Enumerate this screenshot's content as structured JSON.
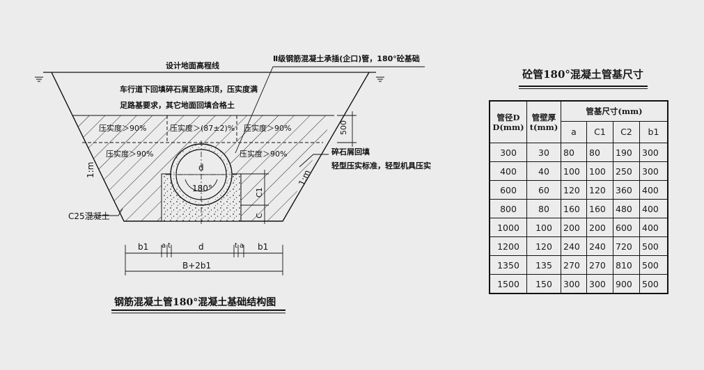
{
  "drawing": {
    "top_label": "Ⅱ级钢筋混凝土承插(企口)管，180°砼基础",
    "ground_line_label": "设计地面高程线",
    "backfill_note_line1": "车行道下回填碎石屑至路床顶，压实度满",
    "backfill_note_line2": "足路基要求，其它地面回填合格土",
    "compaction_left_upper": "压实度＞90%",
    "compaction_center": "压实度＞(87±2)%",
    "compaction_right_upper": "压实度＞90%",
    "compaction_left_lower": "压实度＞90%",
    "compaction_right_lower": "压实度＞90%",
    "dim_500": "500",
    "pipe_d": "d",
    "angle_180": "180°",
    "dim_c1": "C1",
    "dim_c": "C",
    "slope_left": "1:m",
    "slope_right": "1:m",
    "gravel_note_line1": "碎石屑回填",
    "gravel_note_line2": "轻型压实标准，轻型机具压实",
    "concrete_label": "C25混凝土",
    "dim_b1_left": "b1",
    "dim_a_left": "a",
    "dim_t_left": "t",
    "dim_d": "d",
    "dim_t_right": "t",
    "dim_a_right": "a",
    "dim_b1_right": "b1",
    "dim_total": "B+2b1",
    "caption": "钢筋混凝土管180°混凝土基础结构图"
  },
  "table": {
    "title": "砼管180°混凝土管基尺寸",
    "headers": {
      "diameter": "管径D D(mm)",
      "wall": "管壁厚 t(mm)",
      "base": "管基尺寸(mm)",
      "a": "a",
      "c1": "C1",
      "c2": "C2",
      "b1": "b1"
    },
    "rows": [
      [
        "300",
        "30",
        "80",
        "80",
        "190",
        "300"
      ],
      [
        "400",
        "40",
        "100",
        "100",
        "250",
        "300"
      ],
      [
        "600",
        "60",
        "120",
        "120",
        "360",
        "400"
      ],
      [
        "800",
        "80",
        "160",
        "160",
        "480",
        "400"
      ],
      [
        "1000",
        "100",
        "200",
        "200",
        "600",
        "400"
      ],
      [
        "1200",
        "120",
        "240",
        "240",
        "720",
        "500"
      ],
      [
        "1350",
        "135",
        "270",
        "270",
        "810",
        "500"
      ],
      [
        "1500",
        "150",
        "300",
        "300",
        "900",
        "500"
      ]
    ]
  }
}
